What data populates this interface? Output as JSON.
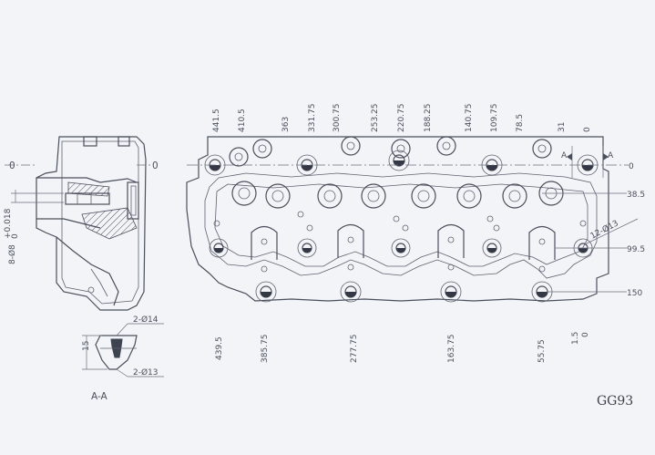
{
  "drawing_code": "GG93",
  "section_label": "A-A",
  "section_marks": [
    "A",
    "A"
  ],
  "side_view": {
    "zero_left": "0",
    "zero_right": "0",
    "bore_dim": "8-Ø8",
    "bore_tol": "+0.018",
    "bore_tol_lower": "0"
  },
  "detail": {
    "height": "15",
    "dia_top": "2-Ø14",
    "dia_bottom": "2-Ø13"
  },
  "top_dims": [
    "441.5",
    "410.5",
    "363",
    "331.75",
    "300.75",
    "253.25",
    "220.75",
    "188.25",
    "140.75",
    "109.75",
    "78.5",
    "31",
    "0"
  ],
  "bottom_dims": [
    "439.5",
    "385.75",
    "277.75",
    "163.75",
    "55.75",
    "1.5",
    "0"
  ],
  "right_dims": [
    "0",
    "38.5",
    "99.5",
    "150"
  ],
  "hole_note": "12-Ø13"
}
